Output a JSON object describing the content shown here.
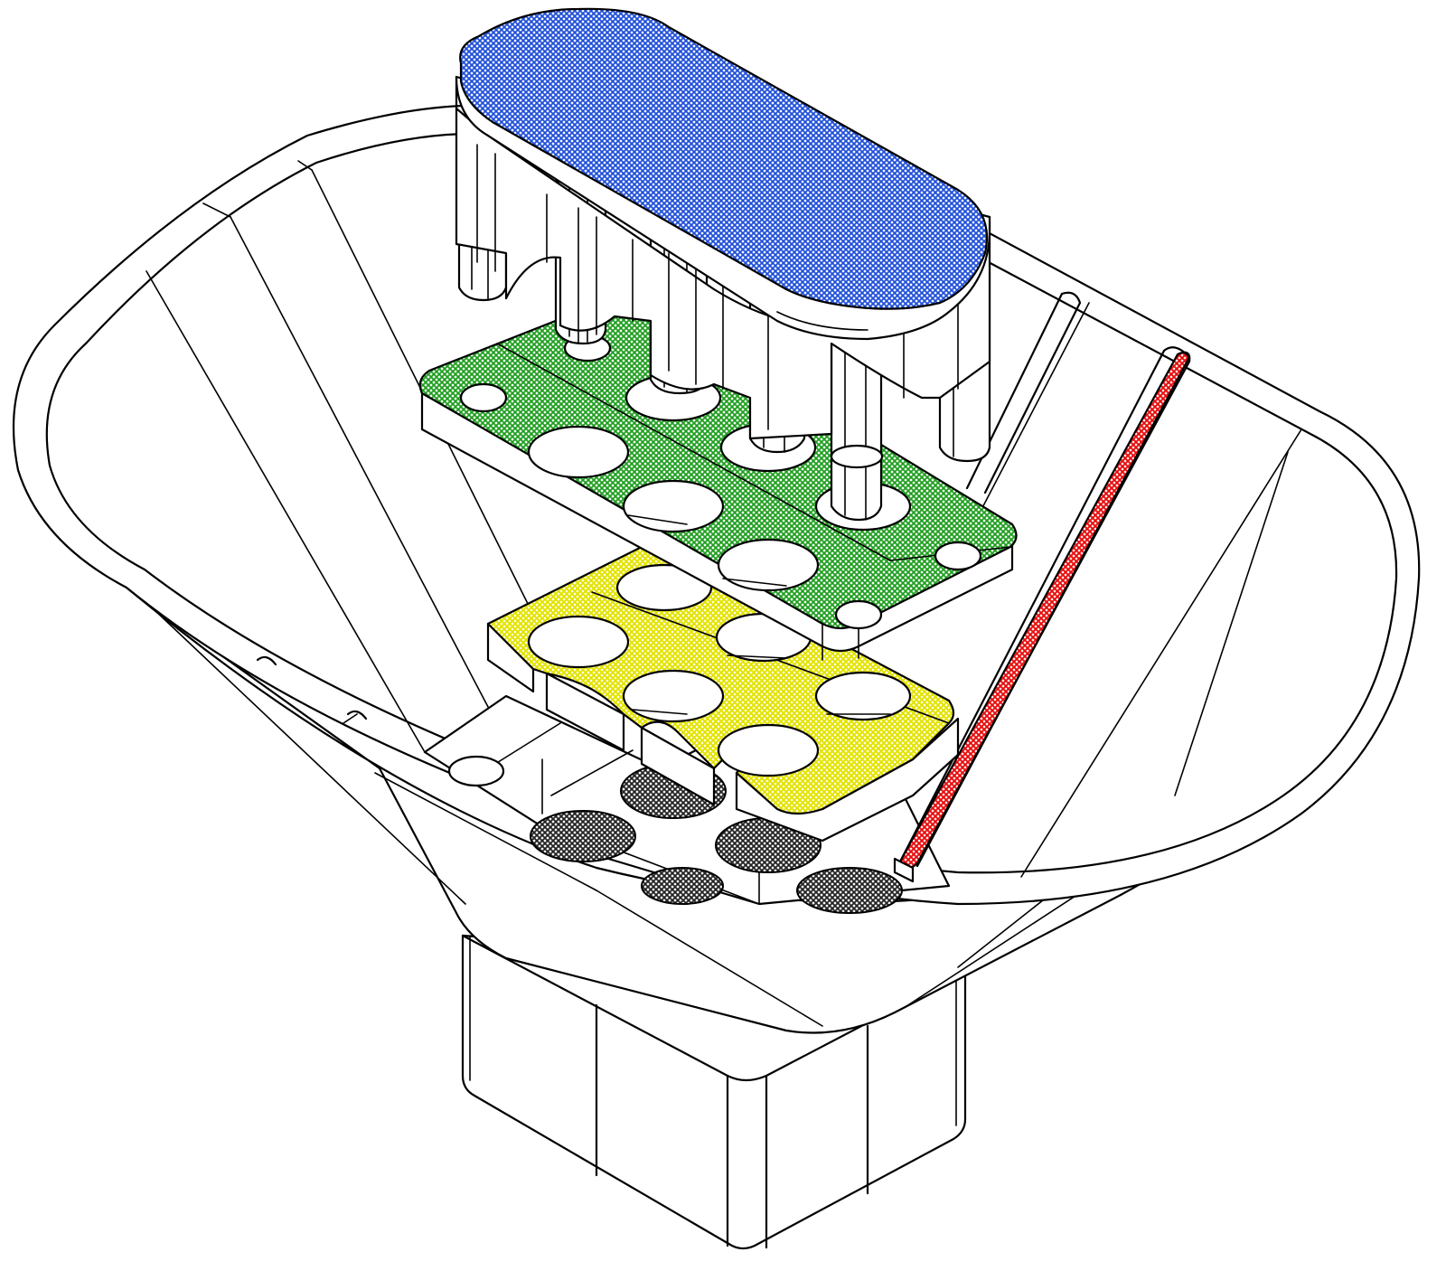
{
  "figure": {
    "colors": {
      "top_plate": "#1f4fd8",
      "middle_plate": "#1e9e1e",
      "bottom_plate": "#e3e300",
      "rod": "#e81010",
      "floor_holes": "#222222",
      "line": "#000000",
      "background": "#ffffff"
    },
    "parts": [
      "funnel-hopper",
      "square-outlet",
      "top-plate-with-pins",
      "middle-plate",
      "bottom-plate",
      "rod",
      "floor-holes"
    ]
  }
}
